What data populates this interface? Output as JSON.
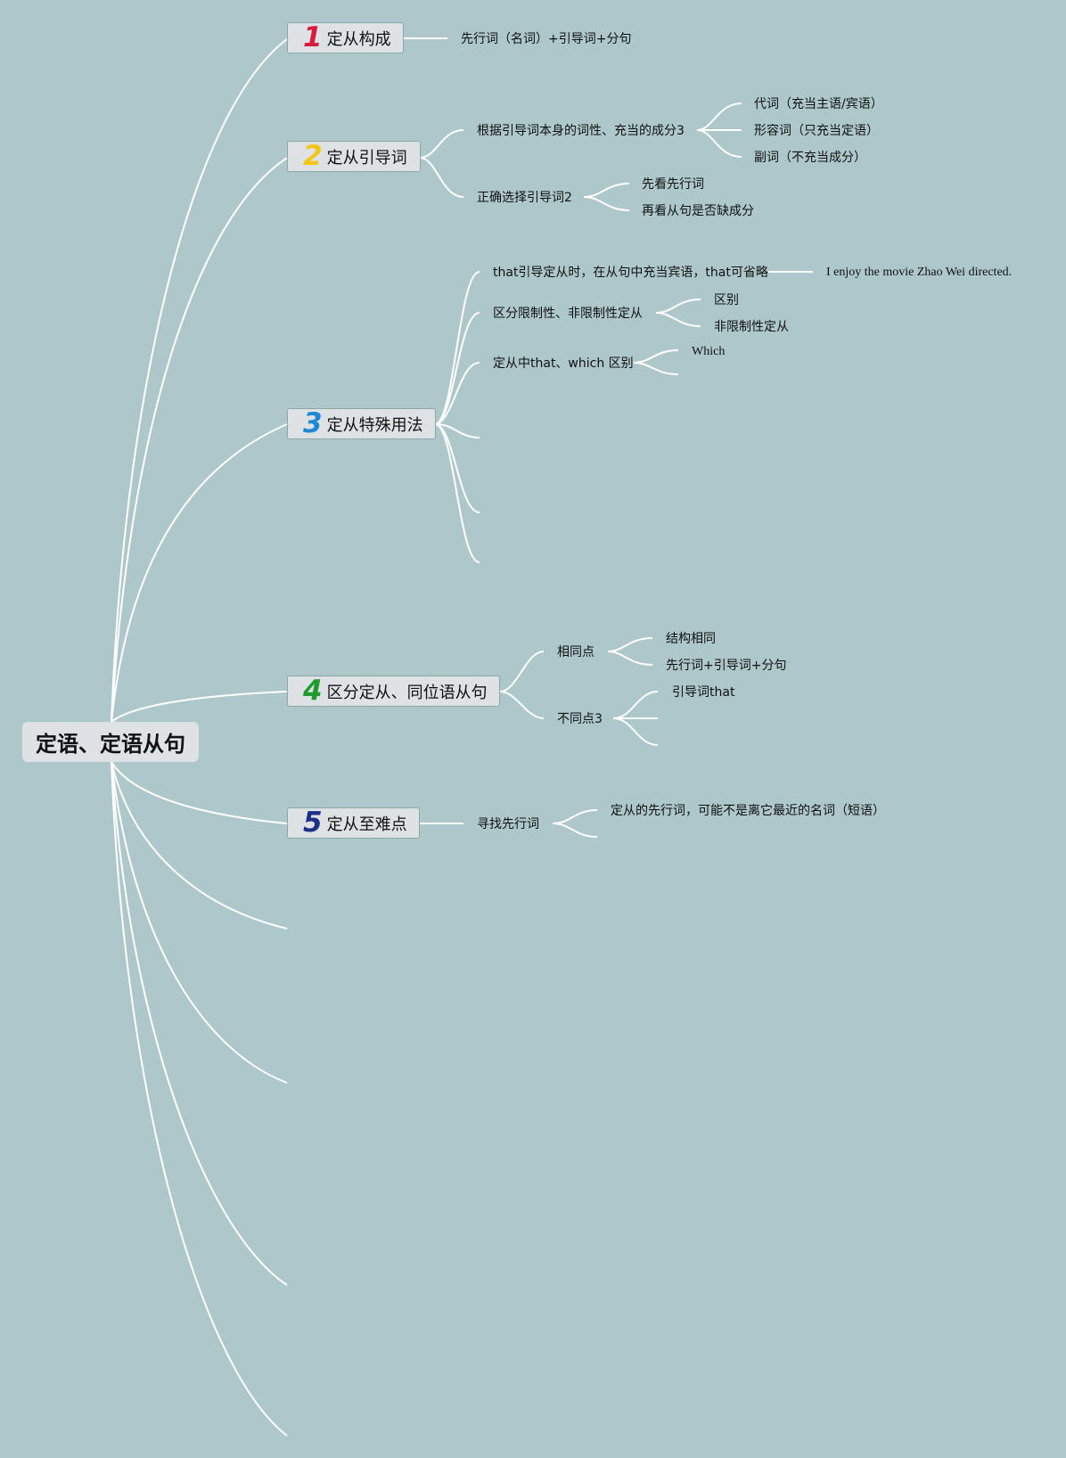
{
  "root": {
    "label": "定语、定语从句"
  },
  "topics": [
    {
      "num": "1",
      "num_color": "#d81b3c",
      "label": "定从构成",
      "children": [
        "先行词（名词）+引导词+分句"
      ]
    },
    {
      "num": "2",
      "num_color": "#f3c614",
      "label": "定从引导词",
      "children": [
        {
          "label": "根据引导词本身的词性、充当的成分3",
          "children": [
            "代词（充当主语/宾语）",
            "形容词（只充当定语）",
            "副词（不充当成分）"
          ]
        },
        {
          "label": "正确选择引导词2",
          "children": [
            "先看先行词",
            "再看从句是否缺成分"
          ]
        }
      ]
    },
    {
      "num": "3",
      "num_color": "#1e88d6",
      "label": "定从特殊用法",
      "children": [
        {
          "label": "that引导定从时，在从句中充当宾语，that可省略",
          "children": [
            "I enjoy the movie Zhao Wei directed."
          ]
        },
        {
          "label": "区分限制性、非限制性定从",
          "children": [
            "区别",
            "非限制性定从"
          ]
        },
        {
          "label": "定从中that、which 区别",
          "children": [
            "Which"
          ]
        }
      ]
    },
    {
      "num": "4",
      "num_color": "#1f9a2e",
      "label": "区分定从、同位语从句",
      "children": [
        {
          "label": "相同点",
          "children": [
            "结构相同",
            "先行词+引导词+分句"
          ]
        },
        {
          "label": "不同点3",
          "children": [
            "引导词that"
          ]
        }
      ]
    },
    {
      "num": "5",
      "num_color": "#1c2f86",
      "label": "定从至难点",
      "children": [
        {
          "label": "寻找先行词",
          "children": [
            "定从的先行词，可能不是离它最近的名词（短语）"
          ]
        }
      ]
    }
  ],
  "colors": {
    "background": "#adc7ca",
    "link": "#ffffff",
    "topic_fill": "#dfe2e5"
  }
}
